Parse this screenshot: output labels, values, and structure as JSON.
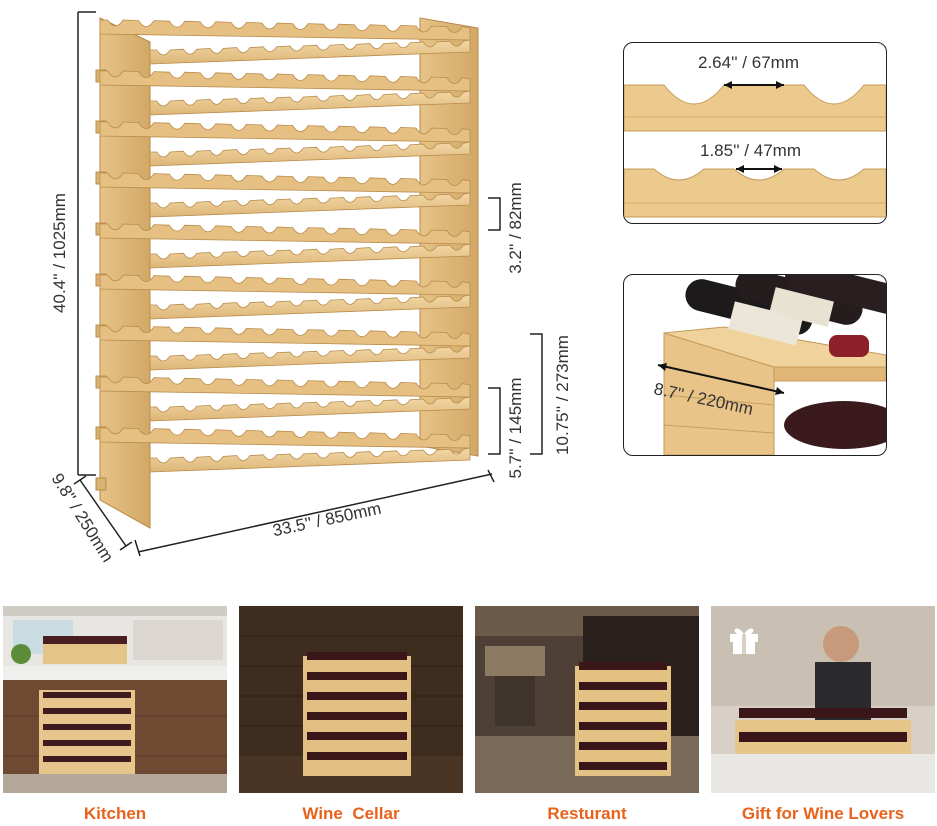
{
  "dimensions": {
    "height": "40.4'' / 1025mm",
    "depth": "9.8'' / 250mm",
    "width": "33.5'' / 850mm",
    "shelf_gap": "3.2'' / 82mm",
    "lower_gap": "5.7'' / 145mm",
    "double_gap": "10.75'' / 273mm"
  },
  "detail_slots": {
    "top_width": "2.64'' / 67mm",
    "bottom_width": "1.85'' / 47mm"
  },
  "detail_stack": {
    "depth": "8.7'' / 220mm"
  },
  "scenes": [
    {
      "label": "Kitchen"
    },
    {
      "label": "Wine  Cellar"
    },
    {
      "label": "Resturant"
    },
    {
      "label": "Gift for Wine Lovers"
    }
  ],
  "colors": {
    "bamboo": "#e9c88e",
    "bamboo_dark": "#c99d5b",
    "caption": "#e8621c",
    "line": "#222222"
  }
}
